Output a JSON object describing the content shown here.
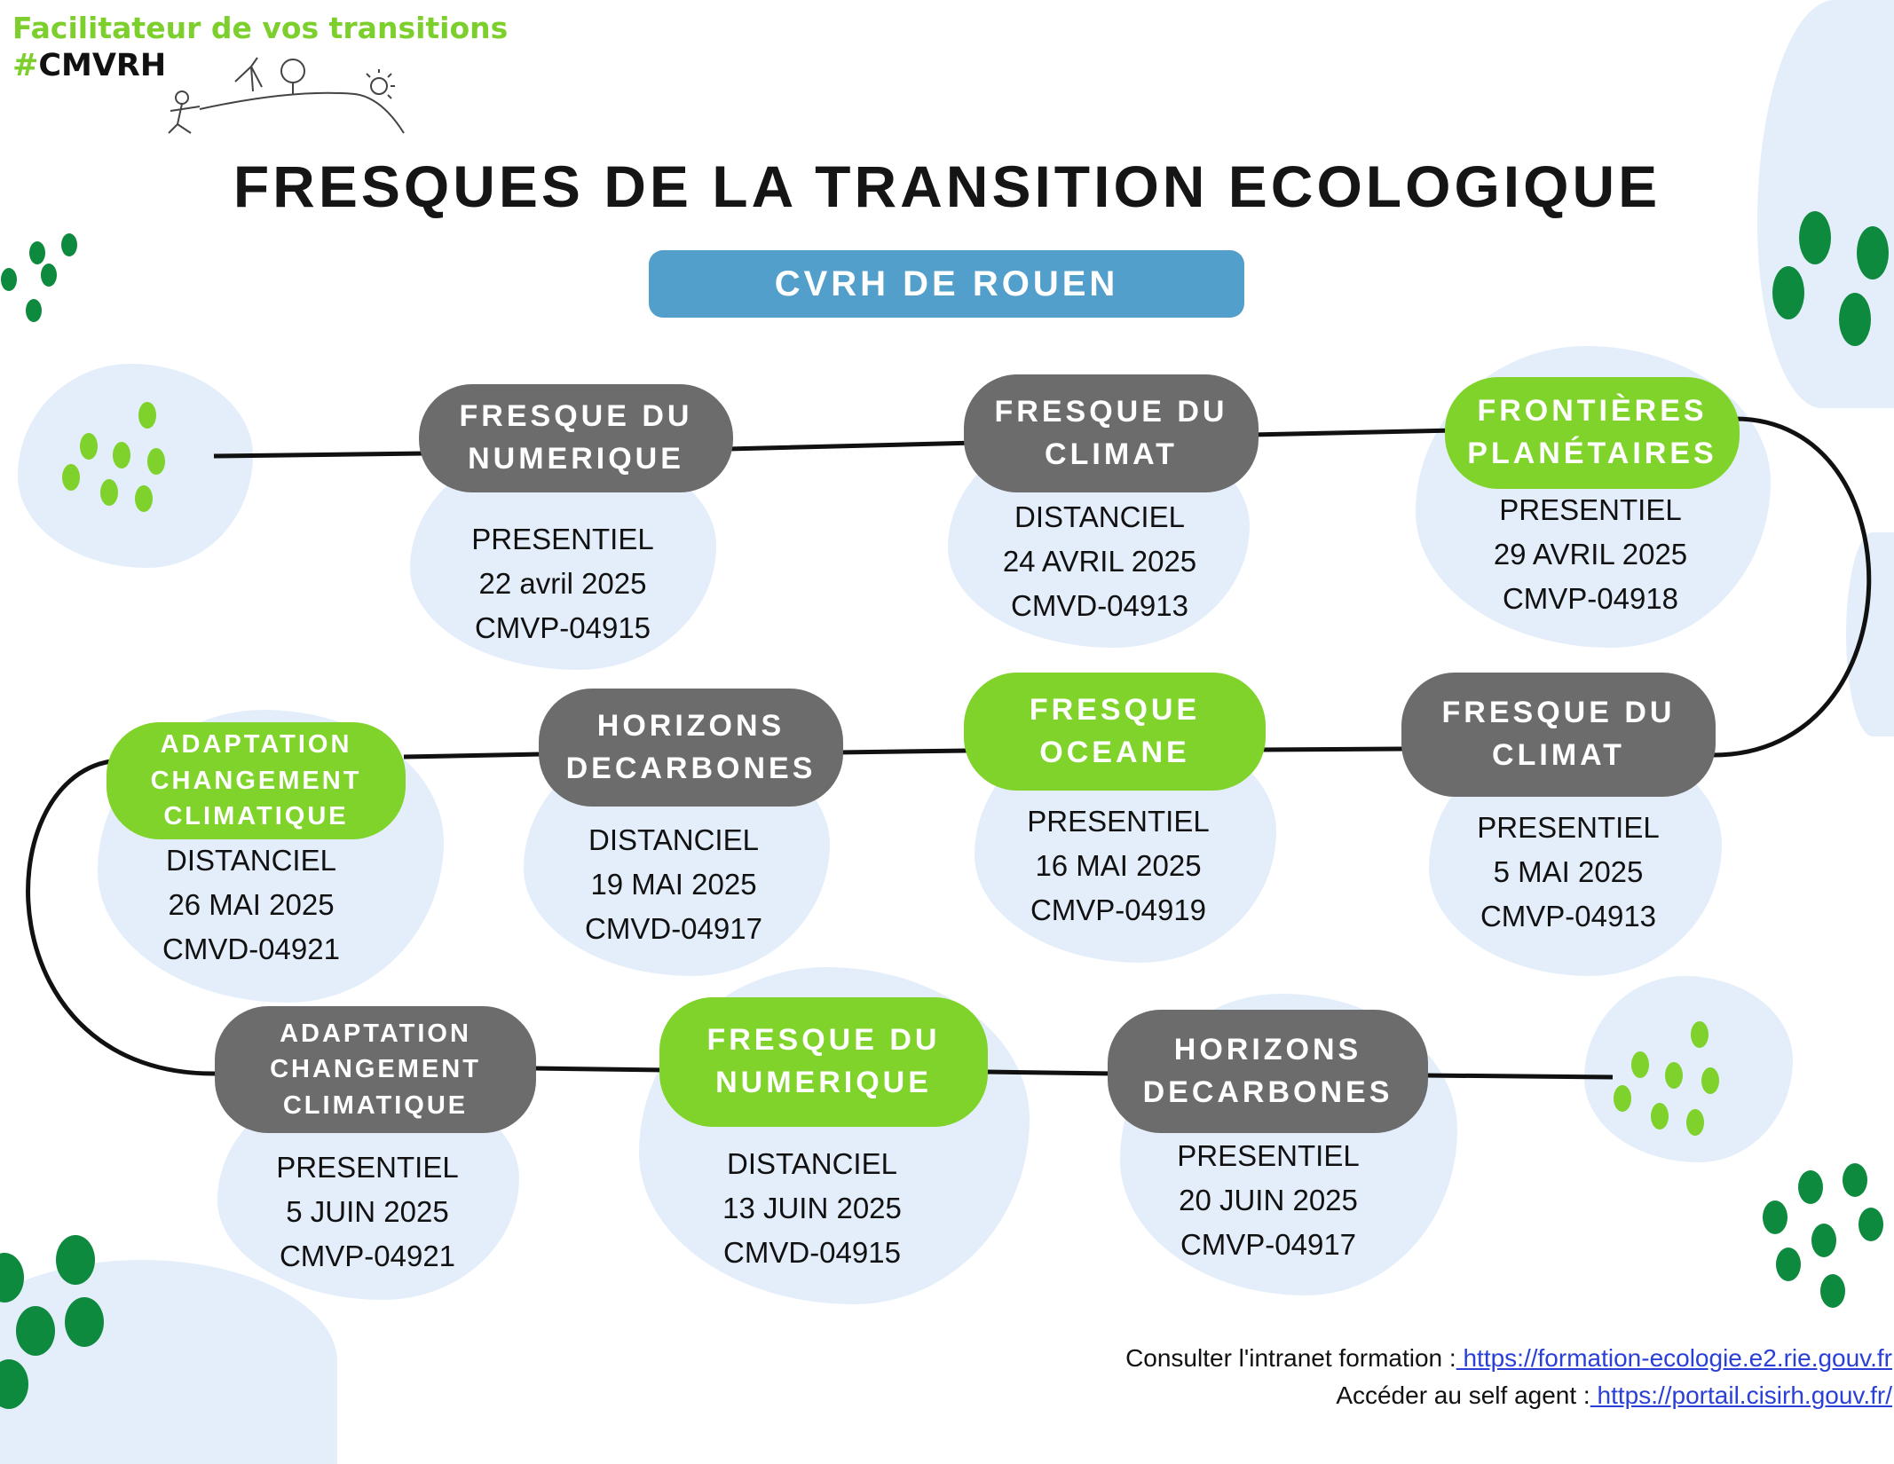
{
  "header": {
    "tagline": "Facilitateur de vos transitions",
    "hashtag_symbol": "#",
    "hashtag_text": "CMVRH"
  },
  "title": "FRESQUES DE LA TRANSITION ECOLOGIQUE",
  "subtitle": "CVRH DE ROUEN",
  "colors": {
    "gray": "#6c6c6c",
    "green": "#80d32a",
    "blue": "#519fca",
    "blob": "#e4eefb",
    "dots": "#0e8a3e"
  },
  "sessions": [
    {
      "title": [
        "FRESQUE DU",
        "NUMERIQUE"
      ],
      "mode": "PRESENTIEL",
      "date": "22 avril 2025",
      "code": "CMVP-04915",
      "color": "gray"
    },
    {
      "title": [
        "FRESQUE DU",
        "CLIMAT"
      ],
      "mode": "DISTANCIEL",
      "date": "24 AVRIL 2025",
      "code": "CMVD-04913",
      "color": "gray"
    },
    {
      "title": [
        "FRONTIÈRES",
        "PLANÉTAIRES"
      ],
      "mode": "PRESENTIEL",
      "date": "29 AVRIL 2025",
      "code": "CMVP-04918",
      "color": "green"
    },
    {
      "title": [
        "FRESQUE DU",
        "CLIMAT"
      ],
      "mode": "PRESENTIEL",
      "date": "5 MAI 2025",
      "code": "CMVP-04913",
      "color": "gray"
    },
    {
      "title": [
        "FRESQUE",
        "OCEANE"
      ],
      "mode": "PRESENTIEL",
      "date": "16 MAI 2025",
      "code": "CMVP-04919",
      "color": "green"
    },
    {
      "title": [
        "HORIZONS",
        "DECARBONES"
      ],
      "mode": "DISTANCIEL",
      "date": "19 MAI 2025",
      "code": "CMVD-04917",
      "color": "gray"
    },
    {
      "title": [
        "ADAPTATION",
        "CHANGEMENT",
        "CLIMATIQUE"
      ],
      "mode": "DISTANCIEL",
      "date": "26 MAI 2025",
      "code": "CMVD-04921",
      "color": "green"
    },
    {
      "title": [
        "ADAPTATION",
        "CHANGEMENT",
        "CLIMATIQUE"
      ],
      "mode": "PRESENTIEL",
      "date": "5 JUIN 2025",
      "code": "CMVP-04921",
      "color": "gray"
    },
    {
      "title": [
        "FRESQUE DU",
        "NUMERIQUE"
      ],
      "mode": "DISTANCIEL",
      "date": "13 JUIN 2025",
      "code": "CMVD-04915",
      "color": "green"
    },
    {
      "title": [
        "HORIZONS",
        "DECARBONES"
      ],
      "mode": "PRESENTIEL",
      "date": "20 JUIN 2025",
      "code": "CMVP-04917",
      "color": "gray"
    }
  ],
  "footer": {
    "intranet_label": "Consulter l'intranet formation :",
    "intranet_url": " https://formation-ecologie.e2.rie.gouv.fr",
    "self_label": "Accéder au self agent :",
    "self_url": " https://portail.cisirh.gouv.fr/"
  }
}
